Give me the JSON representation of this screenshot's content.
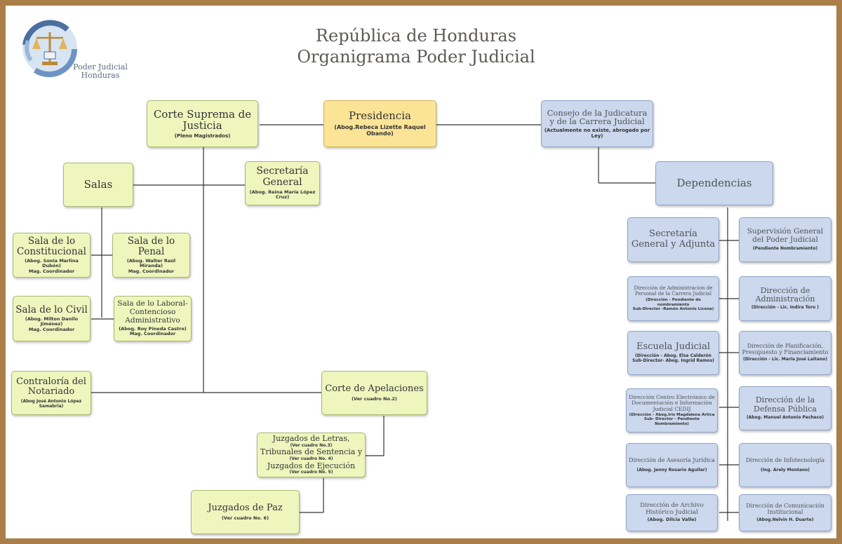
{
  "header": {
    "title_line1": "República de Honduras",
    "title_line2": "Organigrama Poder Judicial"
  },
  "logo": {
    "line1": "Poder Judicial",
    "line2": "Honduras"
  },
  "boxes": {
    "csj": {
      "title": "Corte Suprema de Justicia",
      "sub": "(Pleno Magistrados)"
    },
    "presidencia": {
      "title": "Presidencia",
      "sub": "(Abog.Rebeca Lizette Raquel Obando)"
    },
    "consejo": {
      "title": "Consejo de la Judicatura y de la Carrera Judicial",
      "sub": "(Actualmente no existe, abrogado por Ley)"
    },
    "salas": {
      "title": "Salas"
    },
    "secretaria_general": {
      "title": "Secretaría General",
      "sub": "(Abog. Reina María López Cruz)"
    },
    "dependencias": {
      "title": "Dependencias"
    },
    "sala_constitucional": {
      "title": "Sala de lo Constitucional",
      "sub1": "(Abog. Sonia Marlina Dubón)",
      "sub2": "Mag. Coordinador"
    },
    "sala_penal": {
      "title": "Sala de lo Penal",
      "sub1": "(Abog. Walter Raúl Miranda)",
      "sub2": "Mag. Coordinador"
    },
    "sala_civil": {
      "title": "Sala de lo Civil",
      "sub1": "(Abog. Milton Danilo Jiménez)",
      "sub2": "Mag. Coordinador"
    },
    "sala_laboral": {
      "title": "Sala de lo Laboral-Contencioso Administrativo",
      "sub1": "(Abog. Roy Pineda Castro)",
      "sub2": "Mag. Coordinador"
    },
    "contraloria": {
      "title": "Contraloría del Notariado",
      "sub": "(Abog José Antonio López Samabria)"
    },
    "corte_apelaciones": {
      "title": "Corte de Apelaciones",
      "sub": "(Ver cuadro No.2)"
    },
    "juzgados": {
      "l1": "Juzgados de Letras,",
      "n1": "(Ver cuadro No.3)",
      "l2": "Tribunales de Sentencia y",
      "n2": "(Ver cuadro No. 4)",
      "l3": "Juzgados de Ejecución",
      "n3": "(Ver cuadro No. 5)"
    },
    "juzgados_paz": {
      "title": "Juzgados de Paz",
      "sub": "(Ver cuadro No. 6)"
    },
    "sec_gen_adjunta": {
      "title": "Secretaría General y Adjunta"
    },
    "supervision": {
      "title": "Supervisión General del Poder Judicial",
      "sub": "(Pendiente Nombramiento)"
    },
    "dir_personal": {
      "title": "Dirección de Administracion de Personal de la Carrera Judicial",
      "sub1": "(Dirección - Pendiente de nombramiento",
      "sub2": "Sub-Director -Ramón Antonio Licona)"
    },
    "dir_administracion": {
      "title": "Dirección de Administración",
      "sub": "(Dirección - Lic. Indira Toro )"
    },
    "escuela": {
      "title": "Escuela Judicial",
      "sub1": "(Dirección - Abog. Elsa Calderón",
      "sub2": "Sub-Director- Abog. Ingrid Ramos)"
    },
    "dir_planificacion": {
      "title": "Dirección de Planificación, Presupuesto y Financiamiento",
      "sub": "(Dirección - Lic. María José Laitano)"
    },
    "cedij": {
      "title": "Dirección Centro Electrónico de Documentación e Información Judicial CEDIJ",
      "sub1": "(Dirección - Abog.Iris Magdalena Artica",
      "sub2": "Sub- Director - Pendiente Nombramiento)"
    },
    "defensa": {
      "title": "Dirección de la Defensa Pública",
      "sub": "(Abog. Manuel Antonio Pacheco)"
    },
    "asesoria": {
      "title": "Dirección de Asesoría Jurídica",
      "sub": "(Abog. Jenny Rosario Aguilar)"
    },
    "infotecnologia": {
      "title": "Dirección de Infotecnología",
      "sub": "(Ing. Arely Montano)"
    },
    "archivo": {
      "title": "Dirección de Archivo Histórico Judicial",
      "sub": "(Abog. Dilcia Valle)"
    },
    "comunicacion": {
      "title": "Dirección de Comunicación Institucional",
      "sub": "(Abog.Nelvin H. Duarte)"
    }
  },
  "colors": {
    "green_box": "#eef6be",
    "gold_box": "#fce497",
    "blue_box": "#cbd8ed",
    "frame": "#a97e48"
  }
}
